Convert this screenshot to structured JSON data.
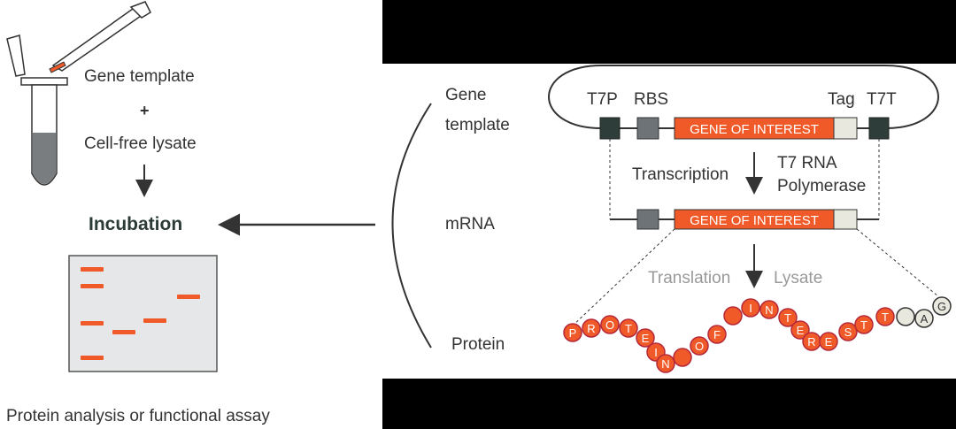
{
  "left_panel": {
    "gene_template": "Gene template",
    "plus": "+",
    "lysate": "Cell-free lysate",
    "incubation": "Incubation",
    "footer": "Protein analysis or functional assay"
  },
  "right_panel": {
    "stages": [
      "Gene",
      "template",
      "mRNA",
      "Protein"
    ],
    "elements": {
      "t7p": "T7P",
      "rbs": "RBS",
      "tag": "Tag",
      "t7t": "T7T",
      "gene_box": "GENE OF INTEREST"
    },
    "transcription": "Transcription",
    "t7_polymerase": [
      "T7 RNA",
      "Polymerase"
    ],
    "translation": "Translation",
    "lysate": "Lysate",
    "protein_letters": [
      "P",
      "R",
      "O",
      "T",
      "E",
      "I",
      "N",
      "O",
      "F",
      "I",
      "N",
      "T",
      "E",
      "R",
      "E",
      "S",
      "T",
      "T",
      "A",
      "G"
    ]
  },
  "colors": {
    "orange": "#f05a28",
    "dark_box": "#2f3d3a",
    "grey_box": "#6e7378",
    "tag_box": "#e9e8df",
    "gel_bg": "#e6e7e8",
    "protein_outline": "#b5283a"
  }
}
